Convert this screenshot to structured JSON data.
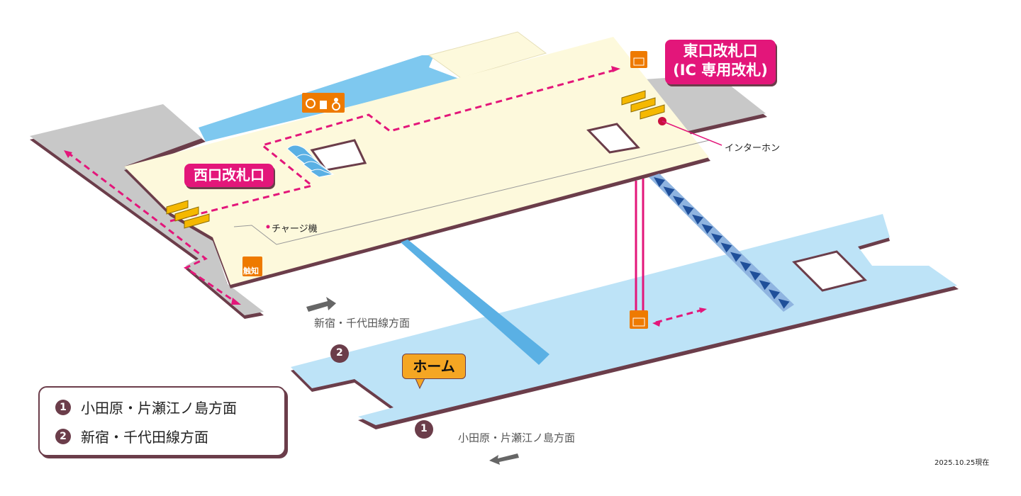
{
  "gates": {
    "east_line1": "東口改札口",
    "east_line2": "(IC 専用改札)",
    "west": "西口改札口"
  },
  "labels": {
    "intercom": "インターホン",
    "charge_machine": "チャージ機",
    "tactile": "触知",
    "platform": "ホーム",
    "direction_shinjuku": "新宿・千代田線方面",
    "direction_odawara": "小田原・片瀬江ノ島方面",
    "date": "2025.10.25現在"
  },
  "platform_numbers": [
    "1",
    "2"
  ],
  "legend": [
    {
      "num": "1",
      "text": "小田原・片瀬江ノ島方面"
    },
    {
      "num": "2",
      "text": "新宿・千代田線方面"
    }
  ],
  "icons": [
    "elevator-icon",
    "wheelchair-icon",
    "multipurpose-toilet-icon",
    "baby-care-icon",
    "tactile-map-icon",
    "ticket-gate-icon"
  ],
  "colors": {
    "accent": "#e3167a",
    "concourse": "#fdf9dc",
    "platform": "#bde3f7",
    "outline": "#6b3d4a",
    "gate": "#f5b800",
    "icon": "#ee7a00"
  }
}
